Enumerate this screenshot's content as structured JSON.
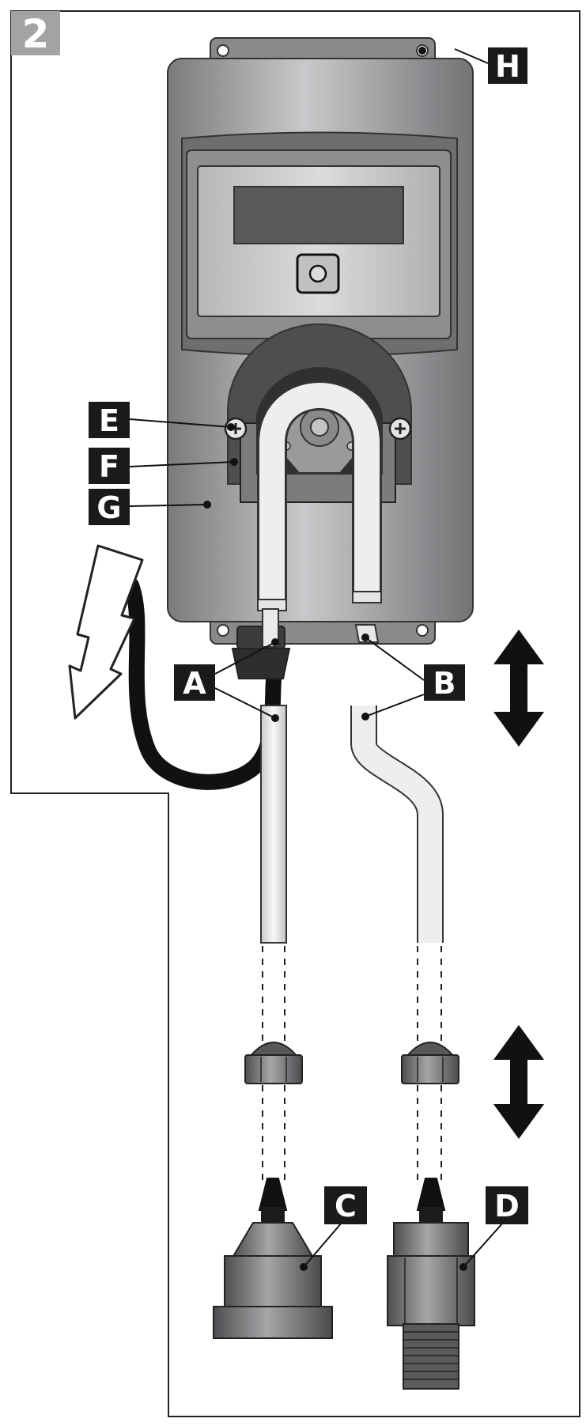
{
  "figure": {
    "number": "2"
  },
  "callouts": {
    "a": "A",
    "b": "B",
    "c": "C",
    "d": "D",
    "e": "E",
    "f": "F",
    "g": "G",
    "h": "H"
  },
  "colors": {
    "housing": "#a7a7aa",
    "housing_dark": "#6f6f72",
    "panel": "#c8c8ca",
    "display": "#59595b",
    "label_bg": "#1a1a1a",
    "label_text": "#ffffff",
    "badge_bg": "#a3a3a3",
    "tube_light": "#e9e9e9",
    "cable": "#111111"
  },
  "icons": [
    "lightning-bolt-icon",
    "double-arrow-vertical-icon",
    "screw-icon",
    "button-icon"
  ]
}
